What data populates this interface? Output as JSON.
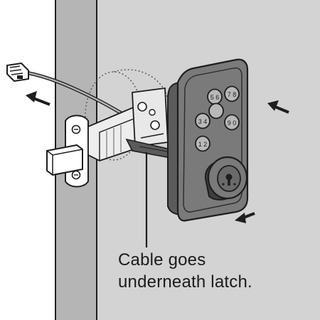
{
  "caption": {
    "line1": "Cable goes",
    "line2": "underneath latch."
  },
  "keypad": {
    "keys": [
      "5 6",
      "7 8",
      "3 4",
      "9 0",
      "1 2"
    ]
  },
  "colors": {
    "outline": "#1e1e1e",
    "door_face": "#d3d3d3",
    "door_edge": "#b5b5b5",
    "lock_body": "#7a7a7a",
    "lock_dark": "#5b5b5b",
    "key_face": "#b9b9b9",
    "background": "#ffffff"
  },
  "icons": [
    "ethernet-plug-icon",
    "arrow-icon",
    "keyhole-icon"
  ]
}
